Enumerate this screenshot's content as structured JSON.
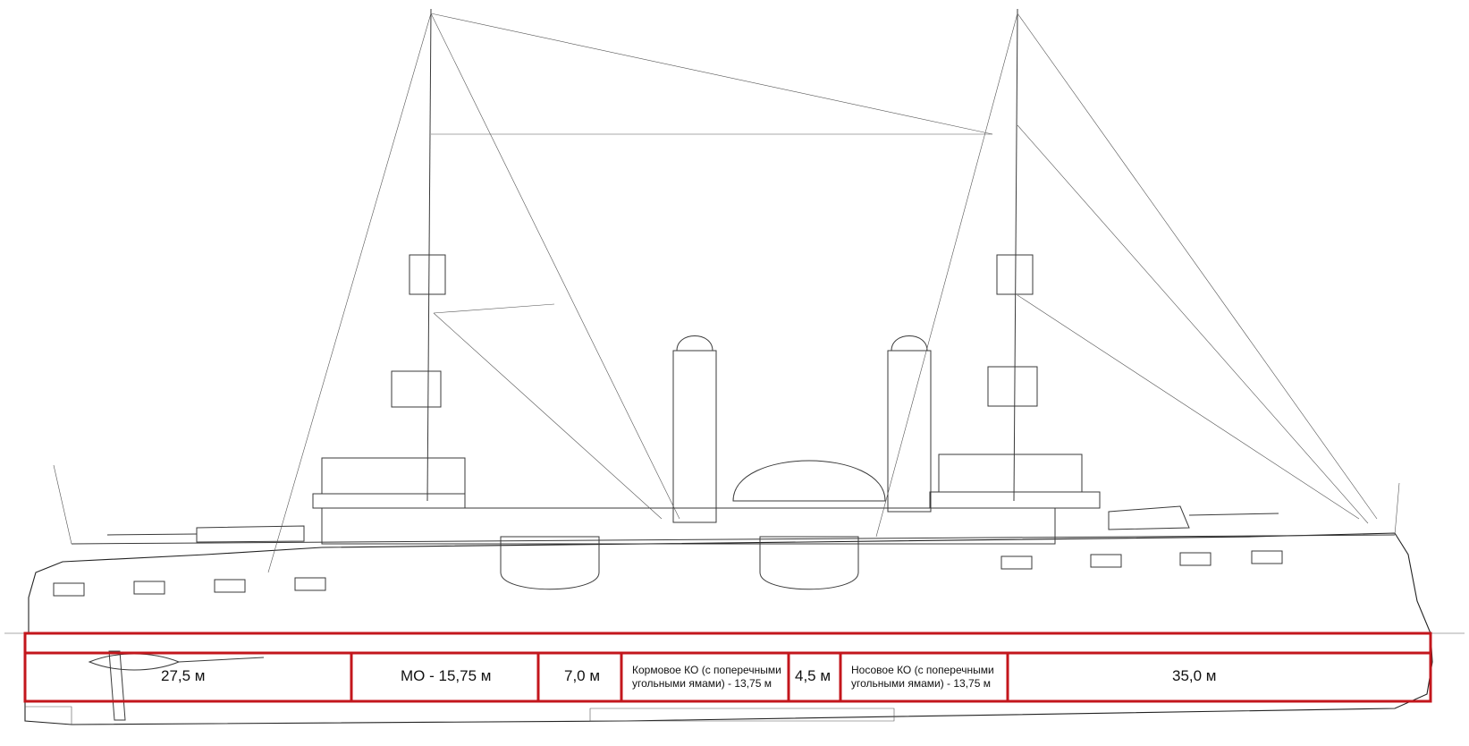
{
  "diagram": {
    "partition_color": "#c3161c",
    "compartments": [
      {
        "id": "stern",
        "label": "27,5 м"
      },
      {
        "id": "engine",
        "label": "МО - 15,75 м"
      },
      {
        "id": "gap1",
        "label": "7,0 м"
      },
      {
        "id": "aft-boiler",
        "label_lines": [
          "Кормовое КО (с поперечными",
          "угольными ямами) - 13,75 м"
        ]
      },
      {
        "id": "gap2",
        "label": "4,5 м"
      },
      {
        "id": "fwd-boiler",
        "label_lines": [
          "Носовое КО (с поперечными",
          "угольными ямами) - 13,75 м"
        ]
      },
      {
        "id": "bow",
        "label": "35,0 м"
      }
    ]
  }
}
